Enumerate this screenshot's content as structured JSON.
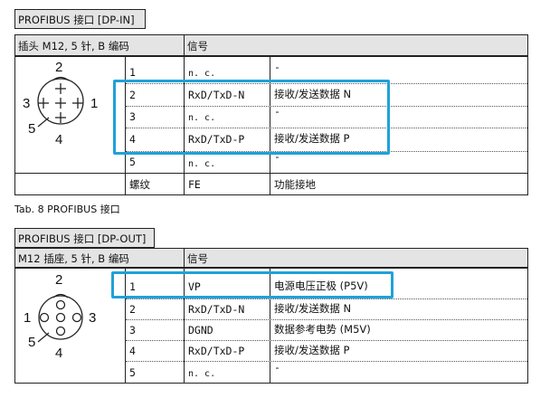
{
  "table1": {
    "title": "PROFIBUS 接口 [DP-IN]",
    "col_header_left": "插头 M12, 5 针, B 编码",
    "col_header_right": "信号",
    "connector": {
      "pin_top": "2",
      "pin_left": "3",
      "pin_right": "1",
      "pin_bottom_left": "5",
      "pin_bottom": "4"
    },
    "rows": [
      {
        "pin": "1",
        "code": "n. c.",
        "signal": "-"
      },
      {
        "pin": "2",
        "code": "RxD/TxD-N",
        "signal": "接收/发送数据 N"
      },
      {
        "pin": "3",
        "code": "n. c.",
        "signal": "-"
      },
      {
        "pin": "4",
        "code": "RxD/TxD-P",
        "signal": "接收/发送数据 P"
      },
      {
        "pin": "5",
        "code": "n. c.",
        "signal": "-"
      },
      {
        "pin": "螺纹",
        "code": "FE",
        "signal": "功能接地"
      }
    ]
  },
  "caption1": "Tab. 8 PROFIBUS 接口",
  "table2": {
    "title": "PROFIBUS 接口 [DP-OUT]",
    "col_header_left": "M12 插座, 5 针, B 编码",
    "col_header_right": "信号",
    "connector": {
      "pin_top": "2",
      "pin_left": "1",
      "pin_right": "3",
      "pin_bottom_left": "5",
      "pin_bottom": "4"
    },
    "rows": [
      {
        "pin": "1",
        "code": "VP",
        "signal": "电源电压正极 (P5V)"
      },
      {
        "pin": "2",
        "code": "RxD/TxD-N",
        "signal": "接收/发送数据 N"
      },
      {
        "pin": "3",
        "code": "DGND",
        "signal": "数据参考电势 (M5V)"
      },
      {
        "pin": "4",
        "code": "RxD/TxD-P",
        "signal": "接收/发送数据 P"
      },
      {
        "pin": "5",
        "code": "n. c.",
        "signal": "-"
      }
    ]
  },
  "highlight_color": "#1fa1d9"
}
